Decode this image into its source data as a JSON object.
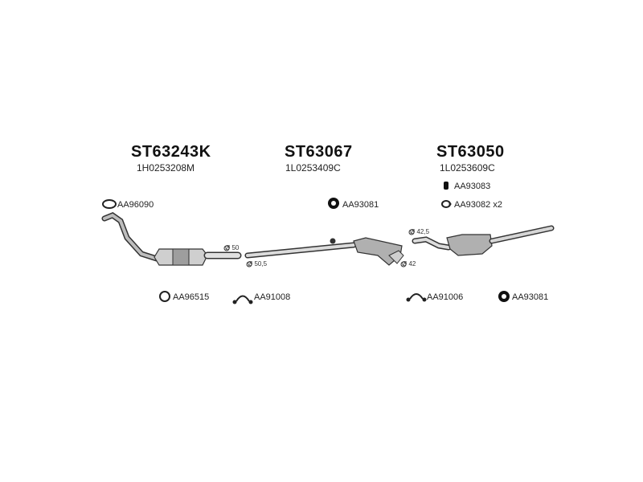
{
  "groups": [
    {
      "code": "ST63243K",
      "oem": "1H0253208M"
    },
    {
      "code": "ST63067",
      "oem": "1L0253409C"
    },
    {
      "code": "ST63050",
      "oem": "1L0253609C"
    }
  ],
  "parts": {
    "gasket_front": "AA96090",
    "ring_left": "AA96515",
    "clamp_left": "AA91008",
    "hanger_mid": "AA93081",
    "rubber_right": "AA93083",
    "ring_right": "AA93082 x2",
    "clamp_right": "AA91006",
    "hanger_right": "AA93081"
  },
  "dimensions": {
    "d50": "Ø 50",
    "d50_5": "Ø 50,5",
    "d42": "Ø 42",
    "d42_5": "Ø 42,5"
  }
}
